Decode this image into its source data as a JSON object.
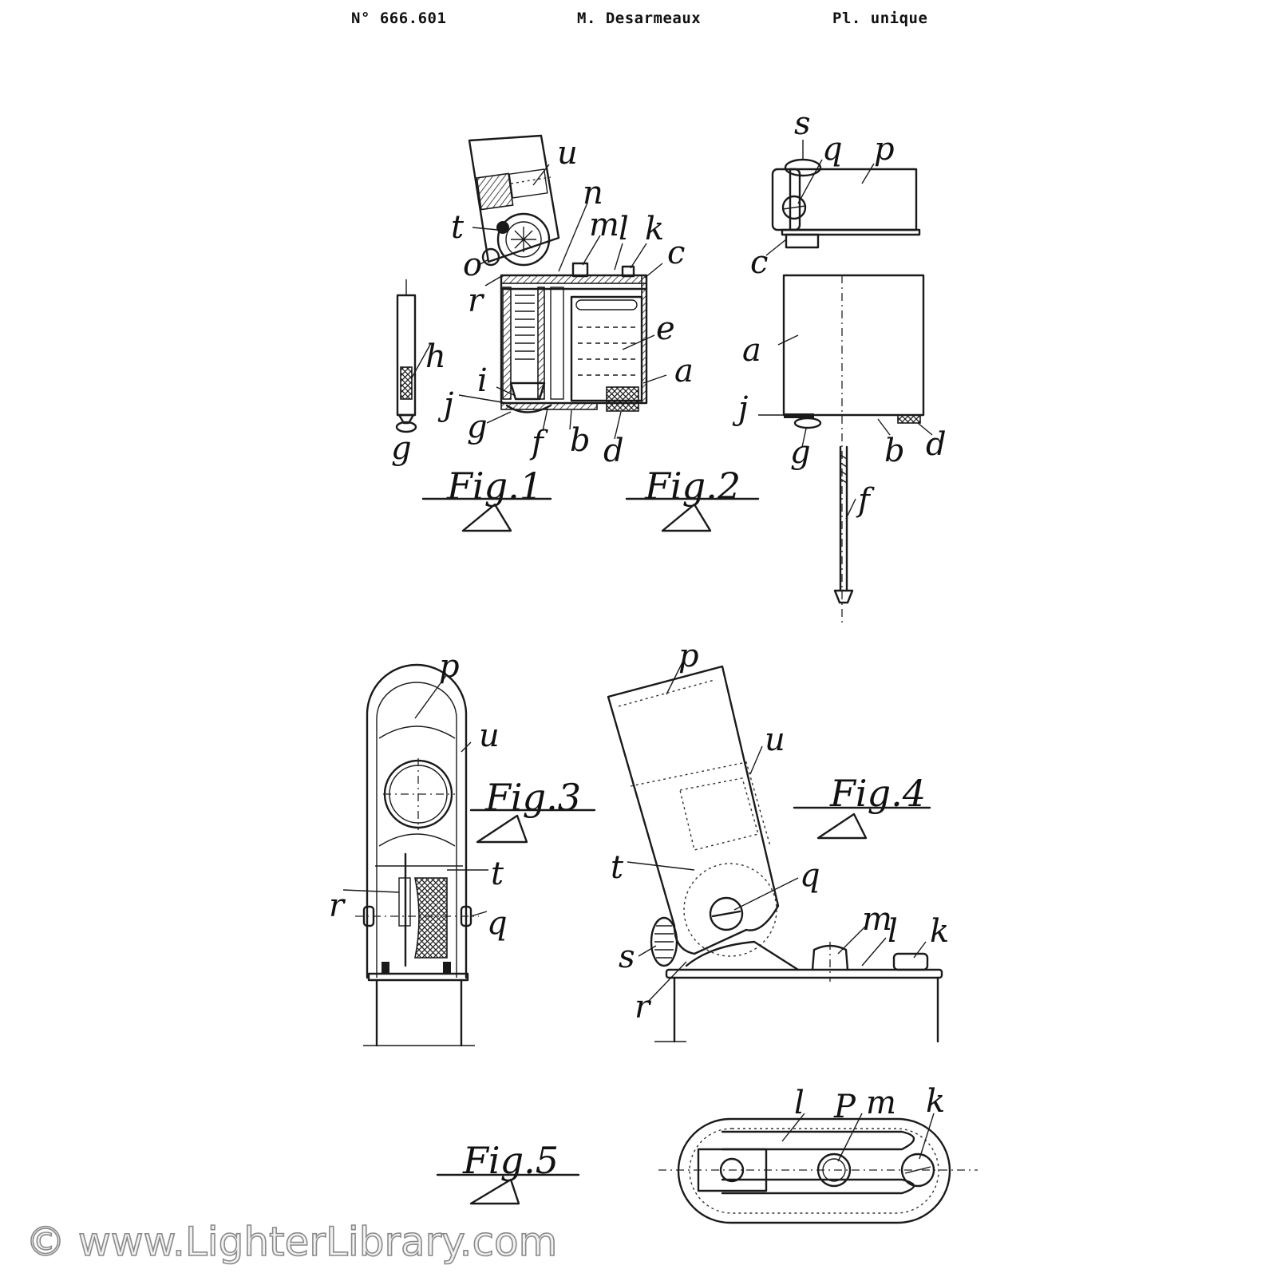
{
  "header": {
    "patent_number": "N° 666.601",
    "inventor": "M. Desarmeaux",
    "plate": "Pl. unique"
  },
  "figures": {
    "fig1": {
      "caption": "Fig.1",
      "labels": [
        "u",
        "t",
        "n",
        "m",
        "l",
        "k",
        "c",
        "o",
        "r",
        "e",
        "a",
        "i",
        "j",
        "g",
        "f",
        "b",
        "d",
        "h",
        "g"
      ]
    },
    "fig2": {
      "caption": "Fig.2",
      "labels": [
        "s",
        "q",
        "p",
        "c",
        "a",
        "j",
        "g",
        "b",
        "d",
        "f"
      ]
    },
    "fig3": {
      "caption": "Fig.3",
      "labels": [
        "p",
        "u",
        "t",
        "r",
        "q"
      ]
    },
    "fig4": {
      "caption": "Fig.4",
      "labels": [
        "p",
        "u",
        "t",
        "q",
        "m",
        "l",
        "k",
        "s",
        "r"
      ]
    },
    "fig5": {
      "caption": "Fig.5",
      "labels": [
        "l",
        "P",
        "m",
        "k"
      ]
    }
  },
  "watermark": "© www.LighterLibrary.com"
}
